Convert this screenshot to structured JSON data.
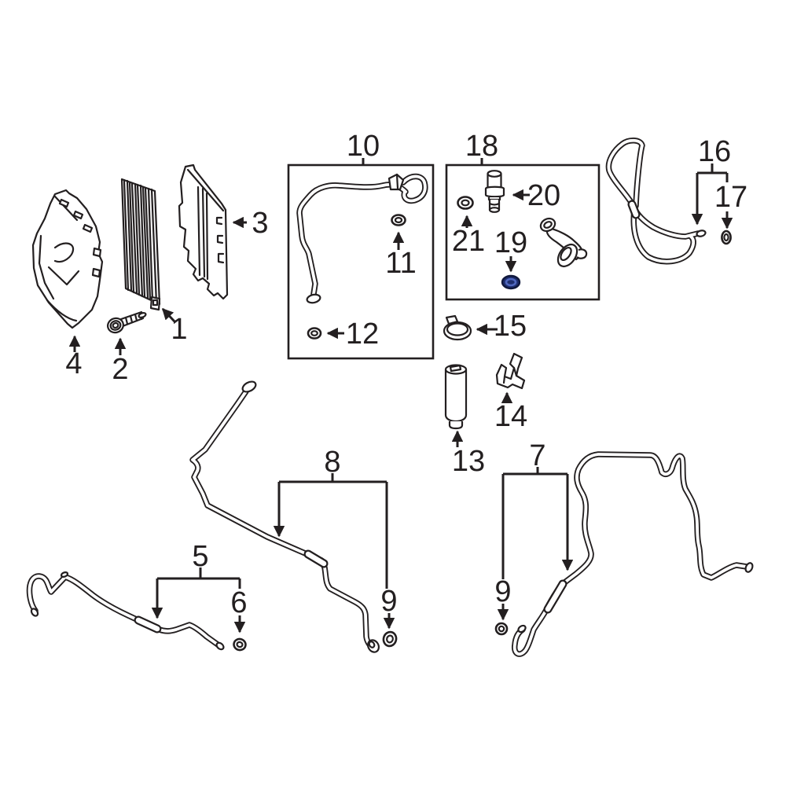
{
  "diagram": {
    "kind": "exploded-parts-diagram",
    "highlighted_callout": "19"
  },
  "colors": {
    "line": "#231f20",
    "background": "#ffffff",
    "highlight_fill": "#1e2e6e",
    "highlight_inner_ring": "#5068bf",
    "highlight_outline": "#10183c"
  },
  "callouts": {
    "n1": "1",
    "n2": "2",
    "n3": "3",
    "n4": "4",
    "n5": "5",
    "n6": "6",
    "n7": "7",
    "n8": "8",
    "n9a": "9",
    "n9b": "9",
    "n10": "10",
    "n11": "11",
    "n12": "12",
    "n13": "13",
    "n14": "14",
    "n15": "15",
    "n16": "16",
    "n17": "17",
    "n18": "18",
    "n19": "19",
    "n20": "20",
    "n21": "21"
  }
}
